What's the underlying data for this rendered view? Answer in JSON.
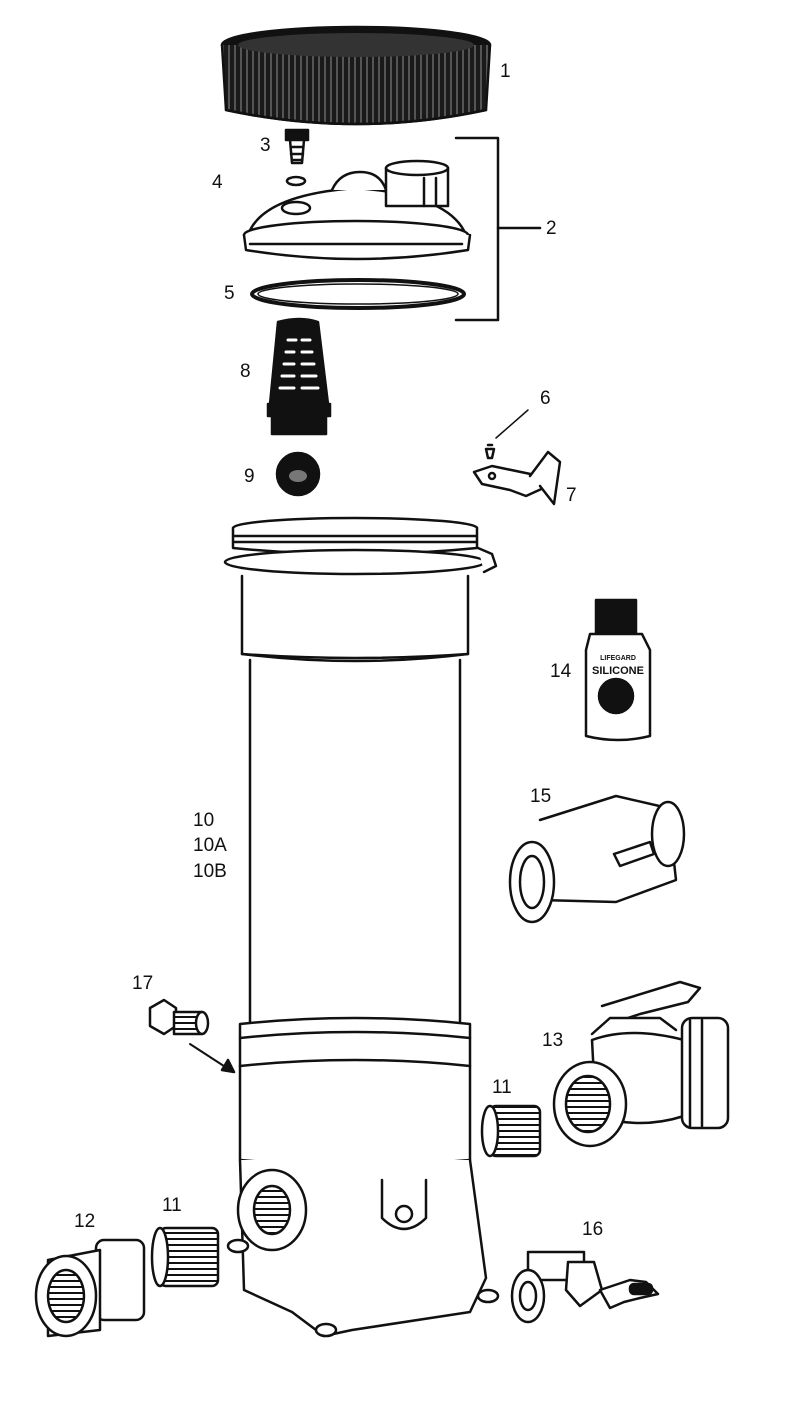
{
  "diagram": {
    "labels": {
      "p1": "1",
      "p2": "2",
      "p3": "3",
      "p4": "4",
      "p5": "5",
      "p6": "6",
      "p7": "7",
      "p8": "8",
      "p9": "9",
      "p10": "10",
      "p10a": "10A",
      "p10b": "10B",
      "p11a": "11",
      "p11b": "11",
      "p12": "12",
      "p13": "13",
      "p14": "14",
      "p15": "15",
      "p16": "16",
      "p17": "17"
    },
    "bottle": {
      "brand": "LIFEGARD",
      "product": "SILICONE"
    }
  }
}
